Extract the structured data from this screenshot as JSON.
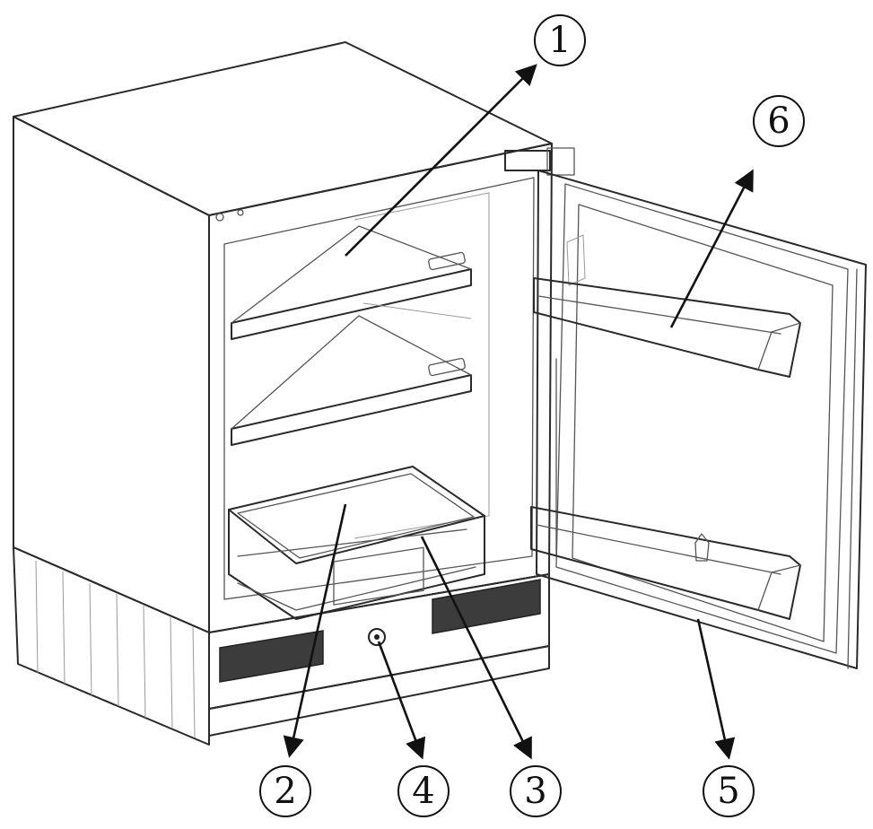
{
  "callouts": [
    {
      "id": "1",
      "label": "1"
    },
    {
      "id": "2",
      "label": "2"
    },
    {
      "id": "3",
      "label": "3"
    },
    {
      "id": "4",
      "label": "4"
    },
    {
      "id": "5",
      "label": "5"
    },
    {
      "id": "6",
      "label": "6"
    }
  ],
  "colors": {
    "line": "#2a2a2a",
    "background": "#ffffff",
    "grill": "#3c3c3c"
  }
}
